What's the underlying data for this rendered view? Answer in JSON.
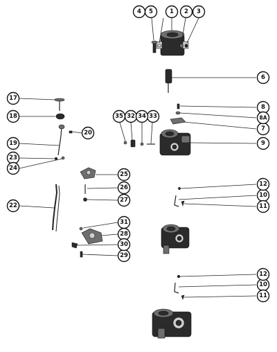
{
  "callouts": [
    {
      "id": "c1",
      "label": "1"
    },
    {
      "id": "c2",
      "label": "2"
    },
    {
      "id": "c3",
      "label": "3"
    },
    {
      "id": "c4",
      "label": "4"
    },
    {
      "id": "c5",
      "label": "5"
    },
    {
      "id": "c6",
      "label": "6"
    },
    {
      "id": "c7",
      "label": "7"
    },
    {
      "id": "c8",
      "label": "8"
    },
    {
      "id": "c8a",
      "label": "8A"
    },
    {
      "id": "c9",
      "label": "9"
    },
    {
      "id": "c10a",
      "label": "10"
    },
    {
      "id": "c10b",
      "label": "10"
    },
    {
      "id": "c11a",
      "label": "11"
    },
    {
      "id": "c11b",
      "label": "11"
    },
    {
      "id": "c12a",
      "label": "12"
    },
    {
      "id": "c12b",
      "label": "12"
    },
    {
      "id": "c17",
      "label": "17"
    },
    {
      "id": "c18",
      "label": "18"
    },
    {
      "id": "c19",
      "label": "19"
    },
    {
      "id": "c20",
      "label": "20"
    },
    {
      "id": "c22",
      "label": "22"
    },
    {
      "id": "c23",
      "label": "23"
    },
    {
      "id": "c24",
      "label": "24"
    },
    {
      "id": "c25",
      "label": "25"
    },
    {
      "id": "c26",
      "label": "26"
    },
    {
      "id": "c27",
      "label": "27"
    },
    {
      "id": "c28",
      "label": "28"
    },
    {
      "id": "c29",
      "label": "29"
    },
    {
      "id": "c30",
      "label": "30"
    },
    {
      "id": "c31",
      "label": "31"
    },
    {
      "id": "c32",
      "label": "32"
    },
    {
      "id": "c33",
      "label": "33"
    },
    {
      "id": "c34",
      "label": "34"
    },
    {
      "id": "c35",
      "label": "35"
    }
  ]
}
